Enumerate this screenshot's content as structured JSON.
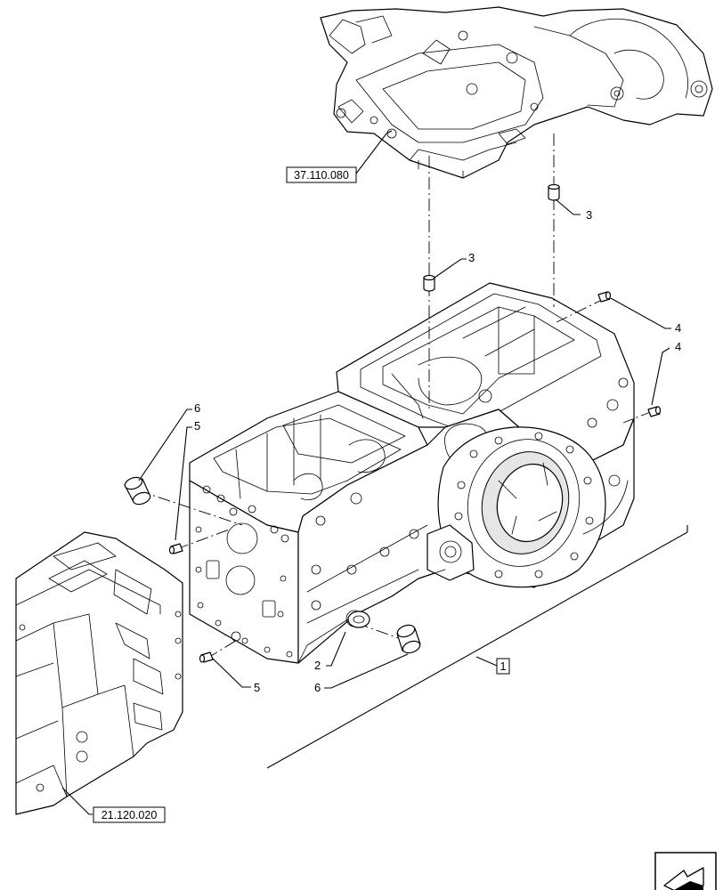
{
  "callouts": {
    "c3a": "3",
    "c3b": "3",
    "c4a": "4",
    "c4b": "4",
    "c6a": "6",
    "c5a": "5",
    "c2": "2",
    "c6b": "6",
    "c5b": "5"
  },
  "refs": {
    "upper_assembly": "37.110.080",
    "front_assembly": "21.120.020"
  },
  "assembly_label": "1",
  "nav_icon": "arrow-icon"
}
